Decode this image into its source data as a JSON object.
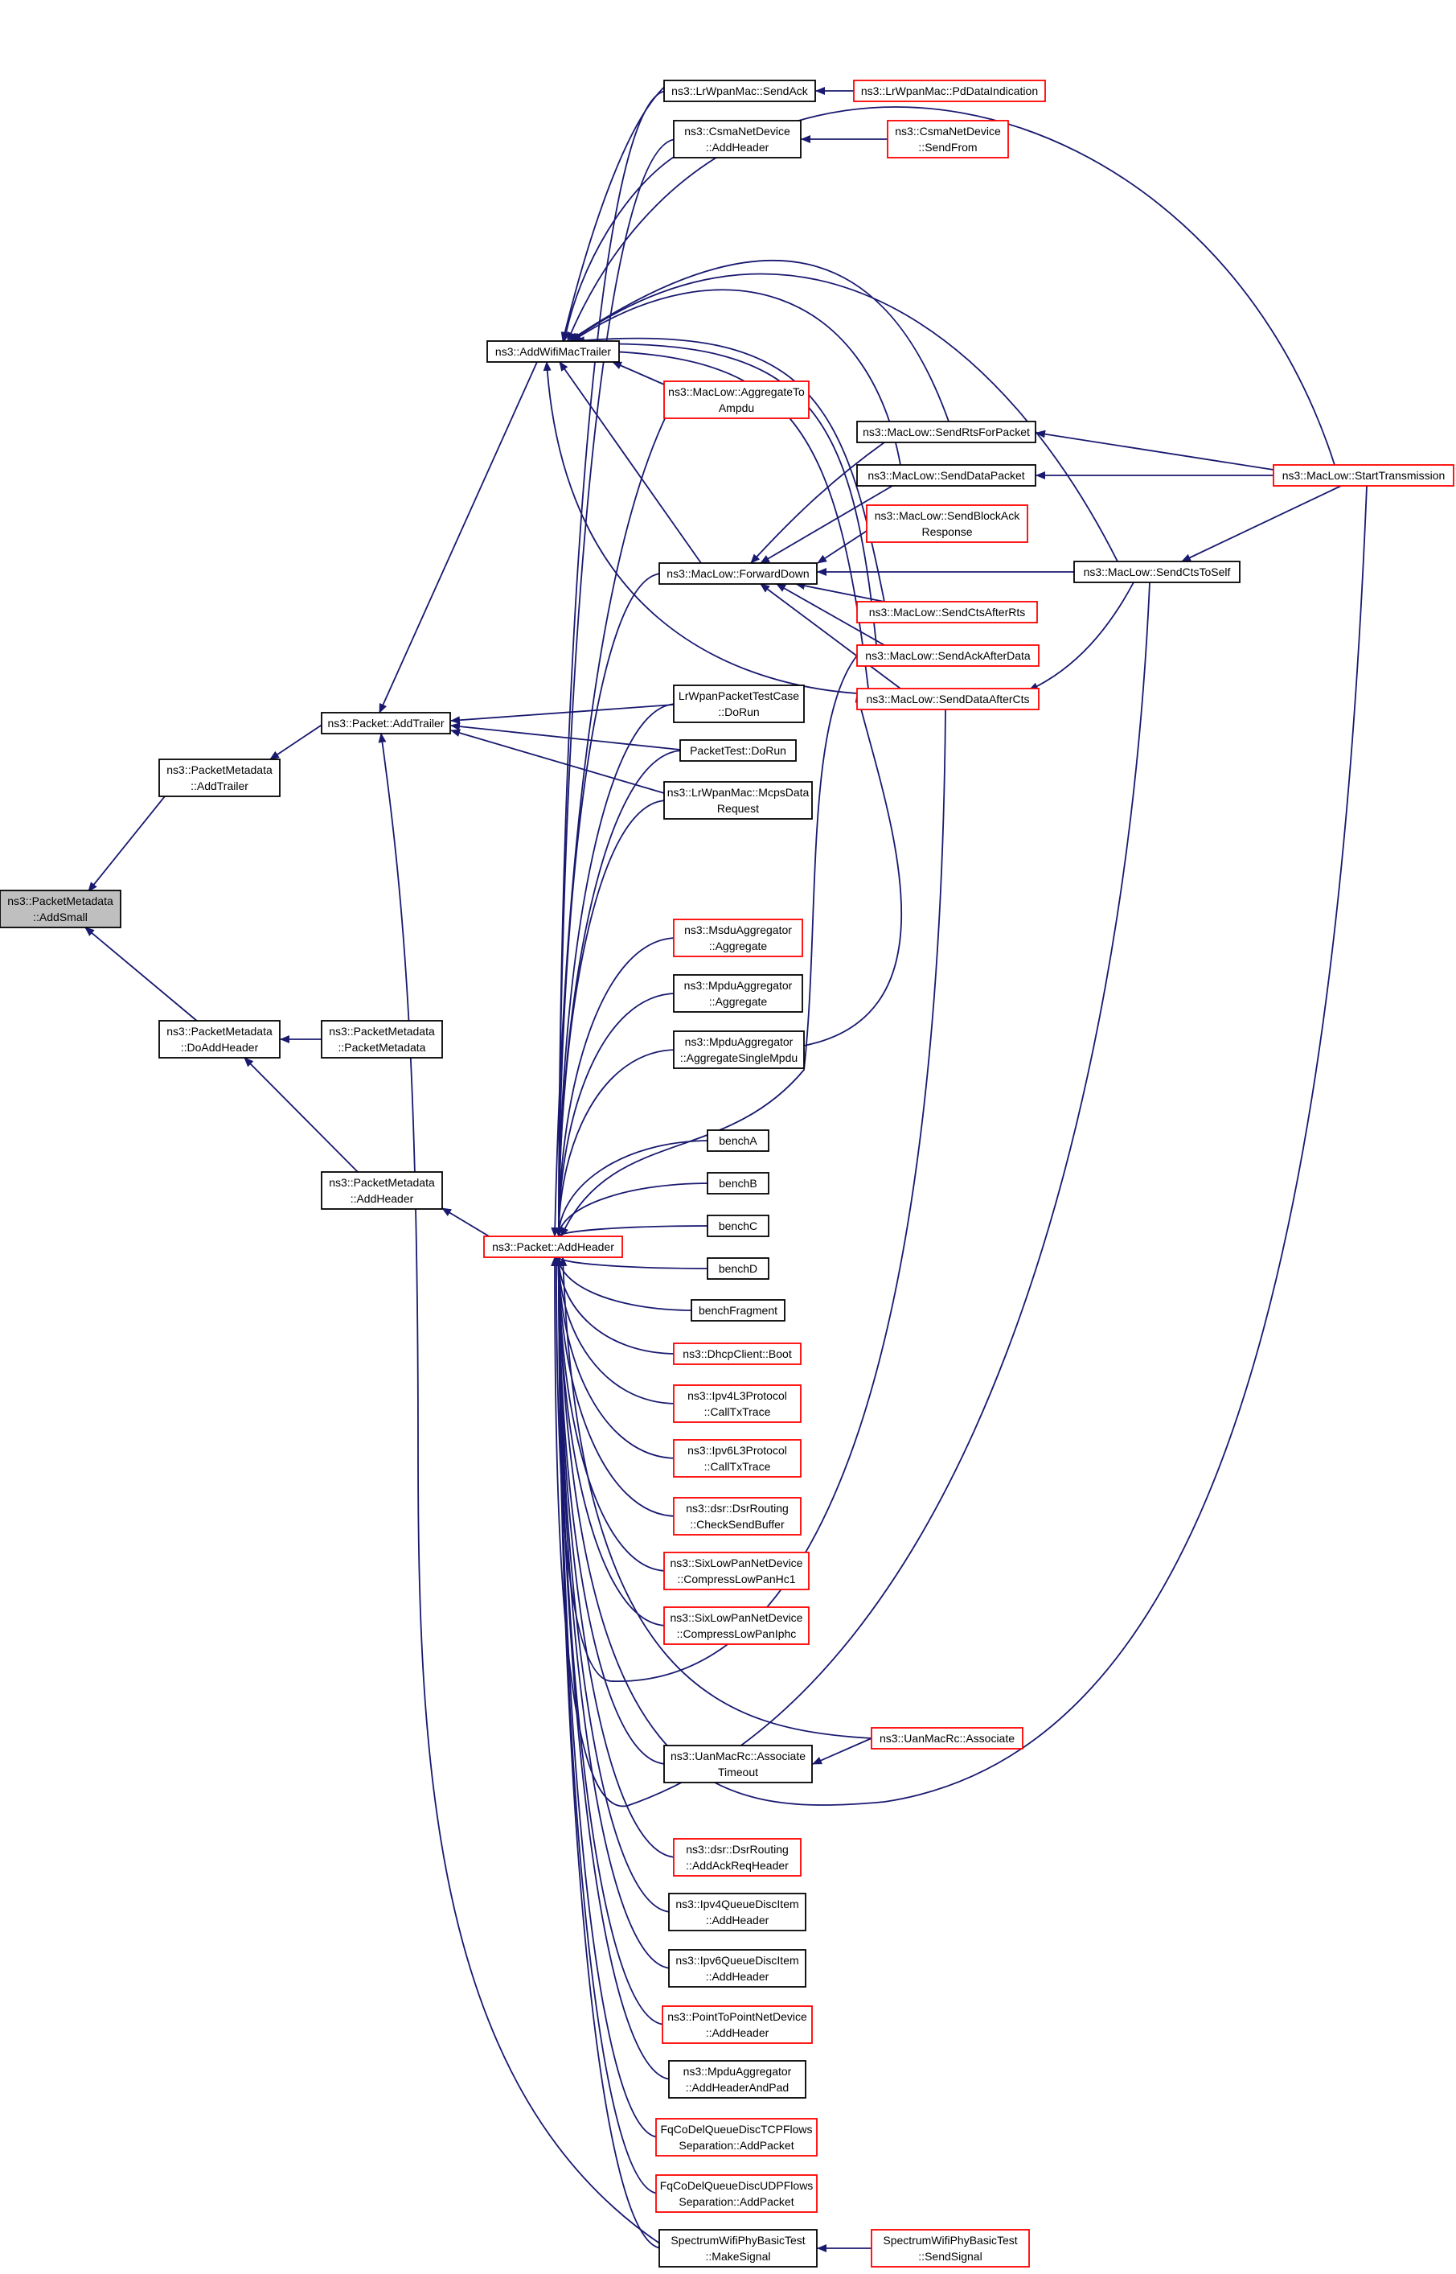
{
  "colors": {
    "edge": "#191970",
    "border_normal": "#000000",
    "border_red": "#ff0000",
    "fill_normal": "#ffffff",
    "fill_root": "#bfbfbf"
  },
  "nodes": [
    {
      "id": "add_small",
      "lines": [
        "ns3::PacketMetadata",
        "::AddSmall"
      ],
      "style": "root"
    },
    {
      "id": "pm_add_trailer",
      "lines": [
        "ns3::PacketMetadata",
        "::AddTrailer"
      ],
      "style": "normal"
    },
    {
      "id": "pm_do_add_header",
      "lines": [
        "ns3::PacketMetadata",
        "::DoAddHeader"
      ],
      "style": "normal"
    },
    {
      "id": "pkt_add_trailer",
      "lines": [
        "ns3::Packet::AddTrailer"
      ],
      "style": "normal"
    },
    {
      "id": "pm_ctor",
      "lines": [
        "ns3::PacketMetadata",
        "::PacketMetadata"
      ],
      "style": "normal"
    },
    {
      "id": "pm_add_header",
      "lines": [
        "ns3::PacketMetadata",
        "::AddHeader"
      ],
      "style": "normal"
    },
    {
      "id": "pkt_add_header",
      "lines": [
        "ns3::Packet::AddHeader"
      ],
      "style": "red"
    },
    {
      "id": "add_wifi_mac_trailer",
      "lines": [
        "ns3::AddWifiMacTrailer"
      ],
      "style": "normal"
    },
    {
      "id": "lrwpan_send_ack",
      "lines": [
        "ns3::LrWpanMac::SendAck"
      ],
      "style": "normal"
    },
    {
      "id": "csma_add_header",
      "lines": [
        "ns3::CsmaNetDevice",
        "::AddHeader"
      ],
      "style": "normal"
    },
    {
      "id": "maclow_aggregate_to_ampdu",
      "lines": [
        "ns3::MacLow::AggregateTo",
        "Ampdu"
      ],
      "style": "red"
    },
    {
      "id": "maclow_forward_down",
      "lines": [
        "ns3::MacLow::ForwardDown"
      ],
      "style": "normal"
    },
    {
      "id": "lrwpan_test_dorun",
      "lines": [
        "LrWpanPacketTestCase",
        "::DoRun"
      ],
      "style": "normal"
    },
    {
      "id": "packet_test_dorun",
      "lines": [
        "PacketTest::DoRun"
      ],
      "style": "normal"
    },
    {
      "id": "lrwpan_mcps_data",
      "lines": [
        "ns3::LrWpanMac::McpsData",
        "Request"
      ],
      "style": "normal"
    },
    {
      "id": "msdu_aggregate",
      "lines": [
        "ns3::MsduAggregator",
        "::Aggregate"
      ],
      "style": "red"
    },
    {
      "id": "mpdu_aggregate",
      "lines": [
        "ns3::MpduAggregator",
        "::Aggregate"
      ],
      "style": "normal"
    },
    {
      "id": "mpdu_aggregate_single",
      "lines": [
        "ns3::MpduAggregator",
        "::AggregateSingleMpdu"
      ],
      "style": "normal"
    },
    {
      "id": "bench_a",
      "lines": [
        "benchA"
      ],
      "style": "normal"
    },
    {
      "id": "bench_b",
      "lines": [
        "benchB"
      ],
      "style": "normal"
    },
    {
      "id": "bench_c",
      "lines": [
        "benchC"
      ],
      "style": "normal"
    },
    {
      "id": "bench_d",
      "lines": [
        "benchD"
      ],
      "style": "normal"
    },
    {
      "id": "bench_fragment",
      "lines": [
        "benchFragment"
      ],
      "style": "normal"
    },
    {
      "id": "dhcp_boot",
      "lines": [
        "ns3::DhcpClient::Boot"
      ],
      "style": "red"
    },
    {
      "id": "ipv4l3_calltx",
      "lines": [
        "ns3::Ipv4L3Protocol",
        "::CallTxTrace"
      ],
      "style": "red"
    },
    {
      "id": "ipv6l3_calltx",
      "lines": [
        "ns3::Ipv6L3Protocol",
        "::CallTxTrace"
      ],
      "style": "red"
    },
    {
      "id": "dsr_check_send_buffer",
      "lines": [
        "ns3::dsr::DsrRouting",
        "::CheckSendBuffer"
      ],
      "style": "red"
    },
    {
      "id": "sixlowpan_hc1",
      "lines": [
        "ns3::SixLowPanNetDevice",
        "::CompressLowPanHc1"
      ],
      "style": "red"
    },
    {
      "id": "sixlowpan_iphc",
      "lines": [
        "ns3::SixLowPanNetDevice",
        "::CompressLowPanIphc"
      ],
      "style": "red"
    },
    {
      "id": "uanmacrc_associate_timeout",
      "lines": [
        "ns3::UanMacRc::Associate",
        "Timeout"
      ],
      "style": "normal"
    },
    {
      "id": "dsr_add_ack_req_header",
      "lines": [
        "ns3::dsr::DsrRouting",
        "::AddAckReqHeader"
      ],
      "style": "red"
    },
    {
      "id": "ipv4_queue_disc_item",
      "lines": [
        "ns3::Ipv4QueueDiscItem",
        "::AddHeader"
      ],
      "style": "normal"
    },
    {
      "id": "ipv6_queue_disc_item",
      "lines": [
        "ns3::Ipv6QueueDiscItem",
        "::AddHeader"
      ],
      "style": "normal"
    },
    {
      "id": "p2p_add_header",
      "lines": [
        "ns3::PointToPointNetDevice",
        "::AddHeader"
      ],
      "style": "red"
    },
    {
      "id": "mpdu_add_header_and_pad",
      "lines": [
        "ns3::MpduAggregator",
        "::AddHeaderAndPad"
      ],
      "style": "normal"
    },
    {
      "id": "fqcodel_tcp",
      "lines": [
        "FqCoDelQueueDiscTCPFlows",
        "Separation::AddPacket"
      ],
      "style": "red"
    },
    {
      "id": "fqcodel_udp",
      "lines": [
        "FqCoDelQueueDiscUDPFlows",
        "Separation::AddPacket"
      ],
      "style": "red"
    },
    {
      "id": "spectrum_make_signal",
      "lines": [
        "SpectrumWifiPhyBasicTest",
        "::MakeSignal"
      ],
      "style": "normal"
    },
    {
      "id": "lrwpan_pd_data_indication",
      "lines": [
        "ns3::LrWpanMac::PdDataIndication"
      ],
      "style": "red"
    },
    {
      "id": "csma_send_from",
      "lines": [
        "ns3::CsmaNetDevice",
        "::SendFrom"
      ],
      "style": "red"
    },
    {
      "id": "maclow_send_rts_for_packet",
      "lines": [
        "ns3::MacLow::SendRtsForPacket"
      ],
      "style": "normal"
    },
    {
      "id": "maclow_send_data_packet",
      "lines": [
        "ns3::MacLow::SendDataPacket"
      ],
      "style": "normal"
    },
    {
      "id": "maclow_send_block_ack_response",
      "lines": [
        "ns3::MacLow::SendBlockAck",
        "Response"
      ],
      "style": "red"
    },
    {
      "id": "maclow_send_cts_after_rts",
      "lines": [
        "ns3::MacLow::SendCtsAfterRts"
      ],
      "style": "red"
    },
    {
      "id": "maclow_send_ack_after_data",
      "lines": [
        "ns3::MacLow::SendAckAfterData"
      ],
      "style": "red"
    },
    {
      "id": "maclow_send_data_after_cts",
      "lines": [
        "ns3::MacLow::SendDataAfterCts"
      ],
      "style": "red"
    },
    {
      "id": "uanmacrc_associate",
      "lines": [
        "ns3::UanMacRc::Associate"
      ],
      "style": "red"
    },
    {
      "id": "spectrum_send_signal",
      "lines": [
        "SpectrumWifiPhyBasicTest",
        "::SendSignal"
      ],
      "style": "red"
    },
    {
      "id": "maclow_send_cts_to_self",
      "lines": [
        "ns3::MacLow::SendCtsToSelf"
      ],
      "style": "normal"
    },
    {
      "id": "maclow_start_transmission",
      "lines": [
        "ns3::MacLow::StartTransmission"
      ],
      "style": "red"
    }
  ]
}
